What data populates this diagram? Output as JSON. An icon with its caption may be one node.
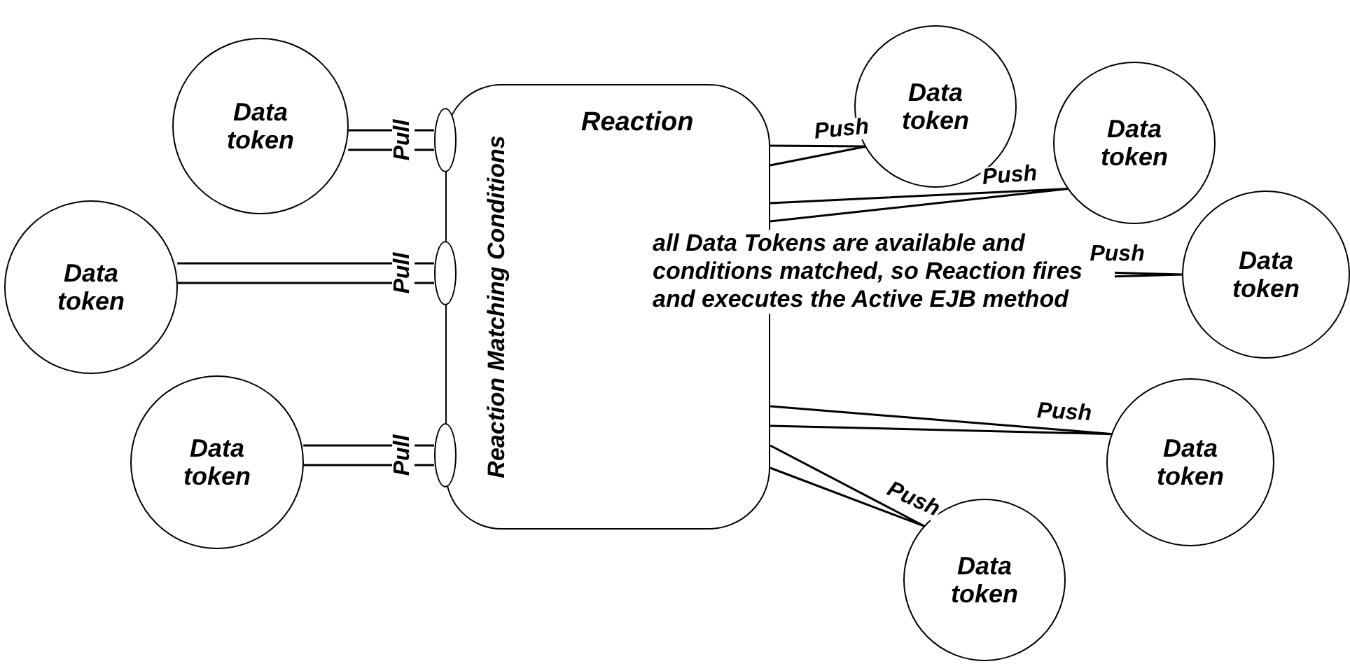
{
  "diagram": {
    "nodes": [
      {
        "text": [
          "Reaction",
          "Reaction Matching Conditions"
        ]
      },
      {
        "text": [
          "Data token"
        ]
      },
      {
        "text": [
          "Data token"
        ]
      },
      {
        "text": [
          "Data token"
        ]
      },
      {
        "text": [],
        "shape": "ellipse"
      },
      {
        "text": [],
        "shape": "ellipse"
      },
      {
        "text": [],
        "shape": "ellipse"
      },
      {
        "text": [
          "Data token"
        ]
      },
      {
        "text": [
          "Data token"
        ]
      },
      {
        "text": [
          "Data token"
        ]
      },
      {
        "text": [
          "Data token"
        ]
      },
      {
        "text": [
          "Data token"
        ]
      }
    ],
    "edges": [
      {
        "from": 1,
        "to": 4,
        "label": "Pull",
        "arrow": "none"
      },
      {
        "from": 2,
        "to": 5,
        "label": "Pull",
        "arrow": "none"
      },
      {
        "from": 3,
        "to": 6,
        "label": "Pull",
        "arrow": "none"
      },
      {
        "from": 0,
        "to": 7,
        "label": "Push",
        "arrow": "none"
      },
      {
        "from": 0,
        "to": 8,
        "label": "Push",
        "arrow": "none"
      },
      {
        "from": 0,
        "to": 9,
        "label": "Push",
        "arrow": "none"
      },
      {
        "from": 0,
        "to": 10,
        "label": "Push",
        "arrow": "none"
      },
      {
        "from": 0,
        "to": 11,
        "label": "Push",
        "arrow": "none"
      }
    ],
    "labels": [
      "all Data Tokens are available and conditions matched, so Reaction fires and executes the Active EJB method"
    ]
  }
}
